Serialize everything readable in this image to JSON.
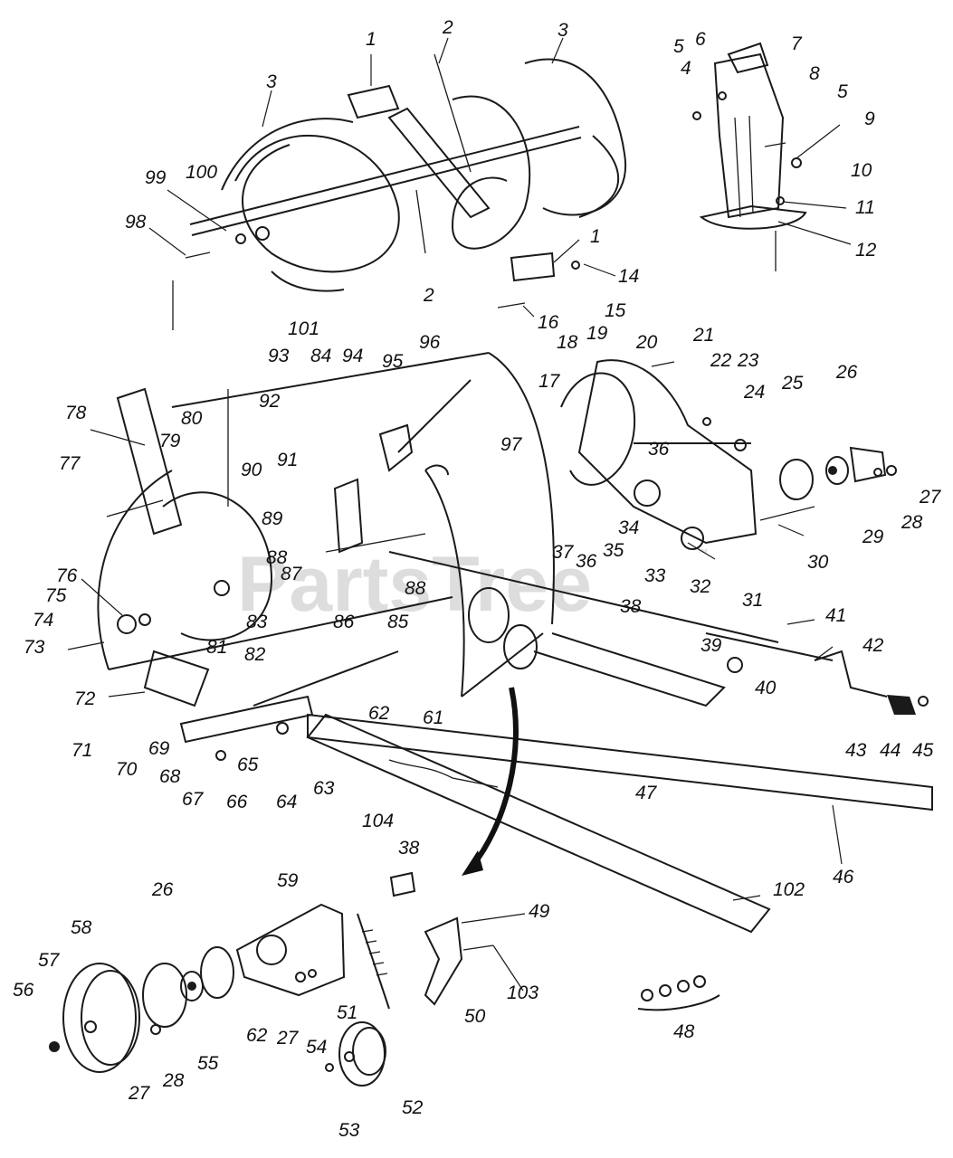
{
  "watermark": {
    "text": "PartsTree",
    "mark": "™"
  },
  "callouts": [
    {
      "id": "c1a",
      "text": "1"
    },
    {
      "id": "c2a",
      "text": "2"
    },
    {
      "id": "c3a",
      "text": "3"
    },
    {
      "id": "c3b",
      "text": "3"
    },
    {
      "id": "c4",
      "text": "4"
    },
    {
      "id": "c5a",
      "text": "5"
    },
    {
      "id": "c6",
      "text": "6"
    },
    {
      "id": "c7",
      "text": "7"
    },
    {
      "id": "c8",
      "text": "8"
    },
    {
      "id": "c5b",
      "text": "5"
    },
    {
      "id": "c9",
      "text": "9"
    },
    {
      "id": "c10",
      "text": "10"
    },
    {
      "id": "c11",
      "text": "11"
    },
    {
      "id": "c12",
      "text": "12"
    },
    {
      "id": "c99",
      "text": "99"
    },
    {
      "id": "c100",
      "text": "100"
    },
    {
      "id": "c98",
      "text": "98"
    },
    {
      "id": "c2b",
      "text": "2"
    },
    {
      "id": "c1b",
      "text": "1"
    },
    {
      "id": "c14",
      "text": "14"
    },
    {
      "id": "c15",
      "text": "15"
    },
    {
      "id": "c16",
      "text": "16"
    },
    {
      "id": "c101",
      "text": "101"
    },
    {
      "id": "c93",
      "text": "93"
    },
    {
      "id": "c84",
      "text": "84"
    },
    {
      "id": "c94",
      "text": "94"
    },
    {
      "id": "c95",
      "text": "95"
    },
    {
      "id": "c96",
      "text": "96"
    },
    {
      "id": "c18",
      "text": "18"
    },
    {
      "id": "c19",
      "text": "19"
    },
    {
      "id": "c20",
      "text": "20"
    },
    {
      "id": "c21",
      "text": "21"
    },
    {
      "id": "c22",
      "text": "22"
    },
    {
      "id": "c23",
      "text": "23"
    },
    {
      "id": "c26a",
      "text": "26"
    },
    {
      "id": "c24",
      "text": "24"
    },
    {
      "id": "c25",
      "text": "25"
    },
    {
      "id": "c78",
      "text": "78"
    },
    {
      "id": "c80",
      "text": "80"
    },
    {
      "id": "c79",
      "text": "79"
    },
    {
      "id": "c92",
      "text": "92"
    },
    {
      "id": "c17",
      "text": "17"
    },
    {
      "id": "c97",
      "text": "97"
    },
    {
      "id": "c77",
      "text": "77"
    },
    {
      "id": "c90",
      "text": "90"
    },
    {
      "id": "c91",
      "text": "91"
    },
    {
      "id": "c36a",
      "text": "36"
    },
    {
      "id": "c27a",
      "text": "27"
    },
    {
      "id": "c28a",
      "text": "28"
    },
    {
      "id": "c29",
      "text": "29"
    },
    {
      "id": "c34",
      "text": "34"
    },
    {
      "id": "c89",
      "text": "89"
    },
    {
      "id": "c88a",
      "text": "88"
    },
    {
      "id": "c87",
      "text": "87"
    },
    {
      "id": "c37",
      "text": "37"
    },
    {
      "id": "c36b",
      "text": "36"
    },
    {
      "id": "c35",
      "text": "35"
    },
    {
      "id": "c33",
      "text": "33"
    },
    {
      "id": "c32",
      "text": "32"
    },
    {
      "id": "c30",
      "text": "30"
    },
    {
      "id": "c76",
      "text": "76"
    },
    {
      "id": "c88b",
      "text": "88"
    },
    {
      "id": "c38a",
      "text": "38"
    },
    {
      "id": "c31",
      "text": "31"
    },
    {
      "id": "c75",
      "text": "75"
    },
    {
      "id": "c74",
      "text": "74"
    },
    {
      "id": "c86",
      "text": "86"
    },
    {
      "id": "c85",
      "text": "85"
    },
    {
      "id": "c83",
      "text": "83"
    },
    {
      "id": "c73",
      "text": "73"
    },
    {
      "id": "c81",
      "text": "81"
    },
    {
      "id": "c82",
      "text": "82"
    },
    {
      "id": "c41",
      "text": "41"
    },
    {
      "id": "c42",
      "text": "42"
    },
    {
      "id": "c39",
      "text": "39"
    },
    {
      "id": "c40",
      "text": "40"
    },
    {
      "id": "c72",
      "text": "72"
    },
    {
      "id": "c62a",
      "text": "62"
    },
    {
      "id": "c61",
      "text": "61"
    },
    {
      "id": "c71",
      "text": "71"
    },
    {
      "id": "c69",
      "text": "69"
    },
    {
      "id": "c43",
      "text": "43"
    },
    {
      "id": "c44",
      "text": "44"
    },
    {
      "id": "c45",
      "text": "45"
    },
    {
      "id": "c70",
      "text": "70"
    },
    {
      "id": "c68",
      "text": "68"
    },
    {
      "id": "c65",
      "text": "65"
    },
    {
      "id": "c64",
      "text": "64"
    },
    {
      "id": "c63",
      "text": "63"
    },
    {
      "id": "c67",
      "text": "67"
    },
    {
      "id": "c66",
      "text": "66"
    },
    {
      "id": "c47",
      "text": "47"
    },
    {
      "id": "c46",
      "text": "46"
    },
    {
      "id": "c104",
      "text": "104"
    },
    {
      "id": "c38b",
      "text": "38"
    },
    {
      "id": "c102",
      "text": "102"
    },
    {
      "id": "c59",
      "text": "59"
    },
    {
      "id": "c26b",
      "text": "26"
    },
    {
      "id": "c58",
      "text": "58"
    },
    {
      "id": "c49",
      "text": "49"
    },
    {
      "id": "c57",
      "text": "57"
    },
    {
      "id": "c56",
      "text": "56"
    },
    {
      "id": "c103",
      "text": "103"
    },
    {
      "id": "c55",
      "text": "55"
    },
    {
      "id": "c62b",
      "text": "62"
    },
    {
      "id": "c27b",
      "text": "27"
    },
    {
      "id": "c54",
      "text": "54"
    },
    {
      "id": "c51",
      "text": "51"
    },
    {
      "id": "c50",
      "text": "50"
    },
    {
      "id": "c48",
      "text": "48"
    },
    {
      "id": "c28b",
      "text": "28"
    },
    {
      "id": "c27c",
      "text": "27"
    },
    {
      "id": "c53",
      "text": "53"
    },
    {
      "id": "c52",
      "text": "52"
    }
  ]
}
